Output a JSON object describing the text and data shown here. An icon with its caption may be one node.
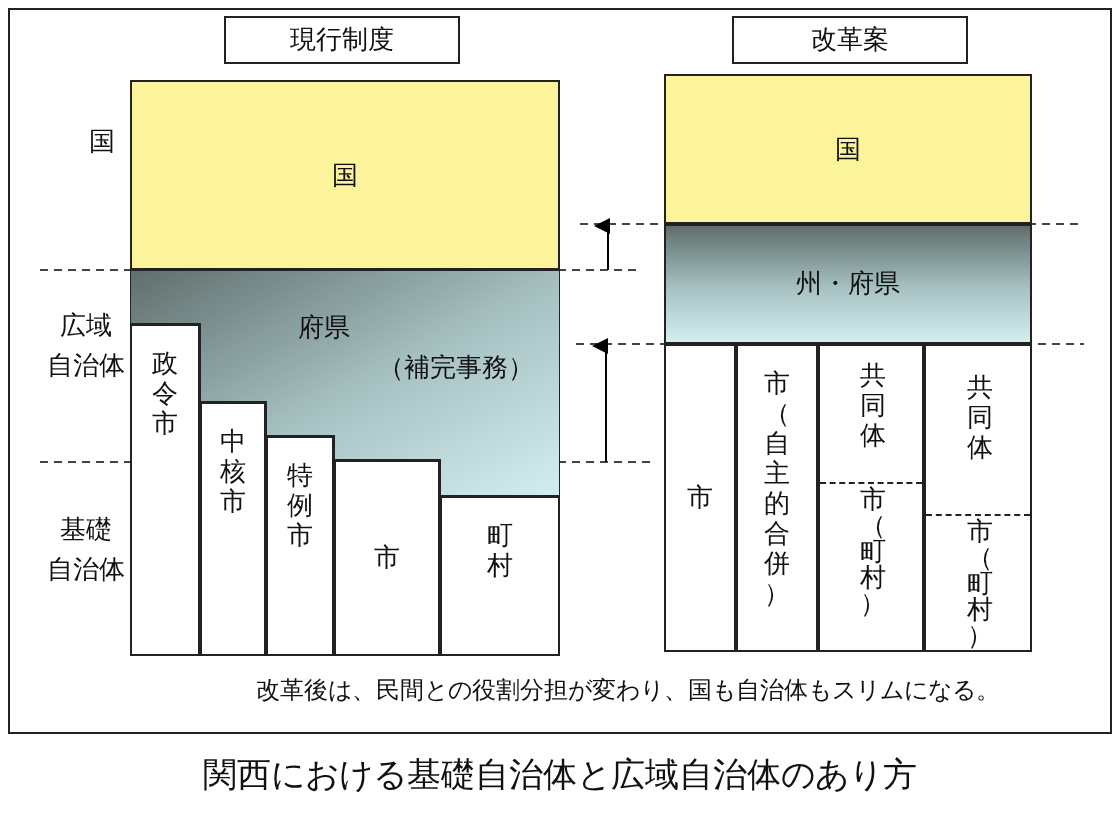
{
  "diagram": {
    "caption": "関西における基礎自治体と広域自治体のあり方",
    "nodes": [
      {
        "text": [
          "現行制度"
        ]
      },
      {
        "text": [
          "国"
        ]
      },
      {
        "text": [
          "府県",
          "（補完事務）"
        ]
      },
      {
        "text": [
          "政令市"
        ]
      },
      {
        "text": [
          "中核市"
        ]
      },
      {
        "text": [
          "特例市"
        ]
      },
      {
        "text": [
          "市"
        ]
      },
      {
        "text": [
          "町村"
        ]
      },
      {
        "text": [
          "改革案"
        ]
      },
      {
        "text": [
          "国"
        ]
      },
      {
        "text": [
          "州・府県"
        ]
      },
      {
        "text": [
          "市"
        ]
      },
      {
        "text": [
          "市（自主的合併）"
        ]
      },
      {
        "text": [
          "共同体",
          "市（町村）"
        ]
      },
      {
        "text": [
          "共同体",
          "市（町村）"
        ]
      }
    ],
    "edges": [],
    "labels": [
      "国",
      "広域自治体",
      "基礎自治体",
      "改革後は、民間との役割分担が変わり、国も自治体もスリムになる。"
    ]
  }
}
